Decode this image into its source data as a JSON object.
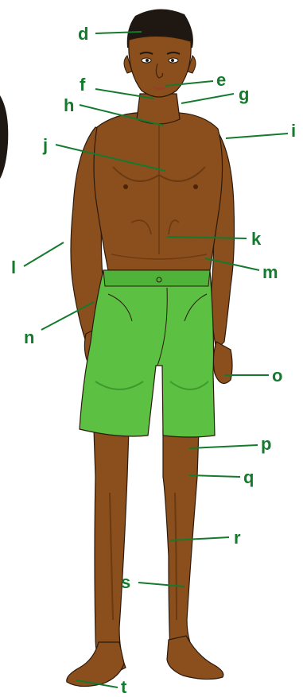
{
  "figure": {
    "subject": "male-body-parts-illustration",
    "colors": {
      "skin": "#8a4f1c",
      "skin_shadow": "#6b3a12",
      "skin_highlight": "#a8672b",
      "hair": "#1e1712",
      "shorts": "#5cc043",
      "shorts_shadow": "#3f9a2c",
      "outline": "#2b1a0c",
      "label": "#157a2e",
      "leader": "#157a2e"
    }
  },
  "labels": [
    {
      "id": "d",
      "text": "d"
    },
    {
      "id": "e",
      "text": "e"
    },
    {
      "id": "f",
      "text": "f"
    },
    {
      "id": "g",
      "text": "g"
    },
    {
      "id": "h",
      "text": "h"
    },
    {
      "id": "i",
      "text": "i"
    },
    {
      "id": "j",
      "text": "j"
    },
    {
      "id": "k",
      "text": "k"
    },
    {
      "id": "l",
      "text": "l"
    },
    {
      "id": "m",
      "text": "m"
    },
    {
      "id": "n",
      "text": "n"
    },
    {
      "id": "o",
      "text": "o"
    },
    {
      "id": "p",
      "text": "p"
    },
    {
      "id": "q",
      "text": "q"
    },
    {
      "id": "r",
      "text": "r"
    },
    {
      "id": "s",
      "text": "s"
    },
    {
      "id": "t",
      "text": "t"
    }
  ]
}
